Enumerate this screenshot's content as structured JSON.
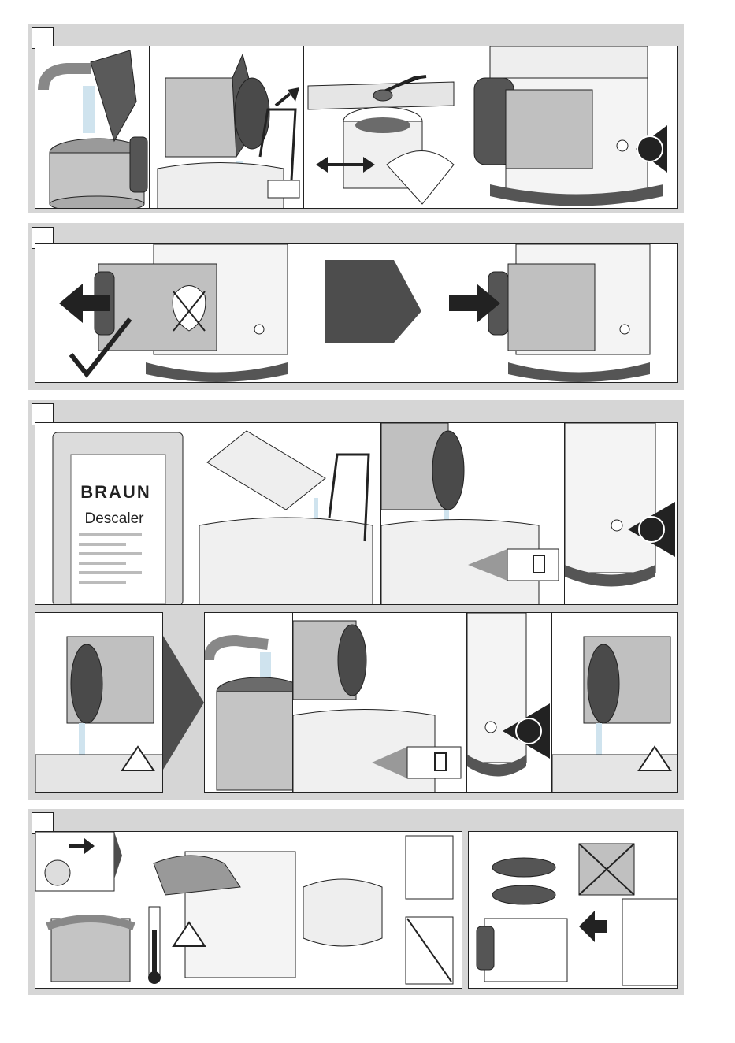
{
  "steps": [
    {
      "id": "step-1"
    },
    {
      "id": "step-2"
    },
    {
      "id": "step-3"
    },
    {
      "id": "step-4"
    }
  ],
  "descaler_package": {
    "brand": "BRAUN",
    "product": "Descaler"
  },
  "colors": {
    "section_bg": "#d6d6d6",
    "panel_border": "#222222",
    "metal": "#bdbdbd",
    "dark_plastic": "#555555",
    "arrow_grey": "#4d4d4d"
  },
  "icons": [
    "power-button-icon",
    "no-drip-icon",
    "hot-surface-warning-icon",
    "cup-icon",
    "checkmark-icon",
    "unplug-icon",
    "thermometer-icon",
    "dishwasher-icon"
  ]
}
